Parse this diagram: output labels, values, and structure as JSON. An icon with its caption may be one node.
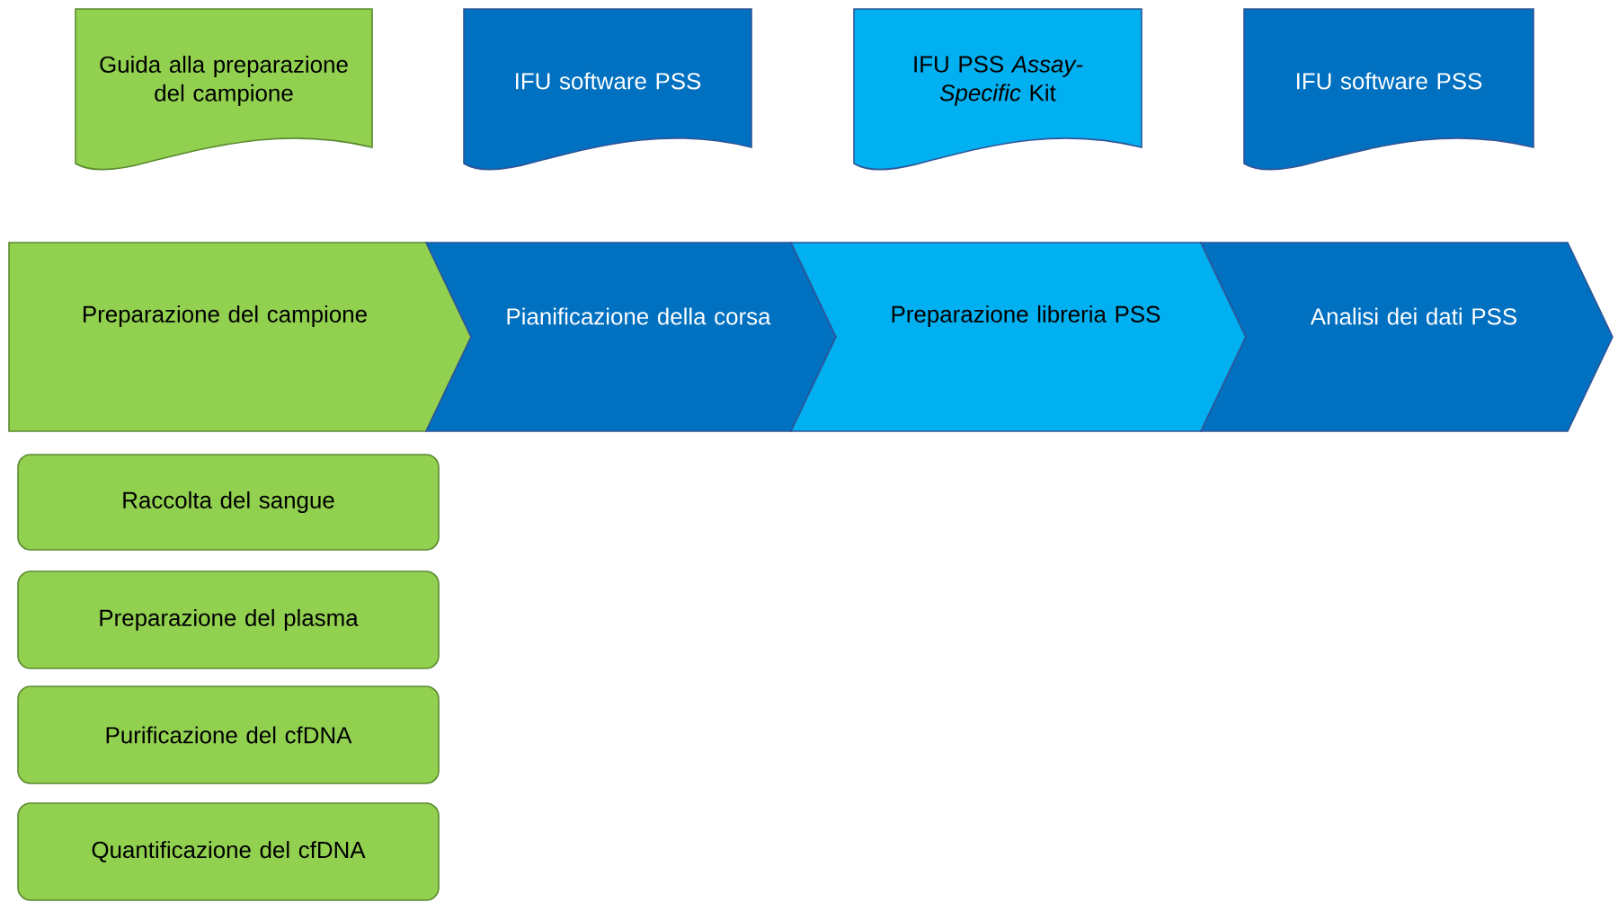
{
  "diagram": {
    "nodes": [
      {
        "text": [
          "Guida alla preparazione del campione"
        ]
      },
      {
        "text": [
          "IFU software PSS"
        ]
      },
      {
        "text": [
          "IFU PSS *Assay-Specific* Kit"
        ]
      },
      {
        "text": [
          "IFU software PSS"
        ]
      },
      {
        "text": [
          "Preparazione del campione"
        ]
      },
      {
        "text": [
          "Pianificazione della corsa"
        ]
      },
      {
        "text": [
          "Preparazione libreria PSS"
        ]
      },
      {
        "text": [
          "Analisi dei dati PSS"
        ]
      },
      {
        "text": [
          "Raccolta del sangue"
        ]
      },
      {
        "text": [
          "Preparazione del plasma"
        ]
      },
      {
        "text": [
          "Purificazione del cfDNA"
        ]
      },
      {
        "text": [
          "Quantificazione del cfDNA"
        ]
      }
    ]
  }
}
